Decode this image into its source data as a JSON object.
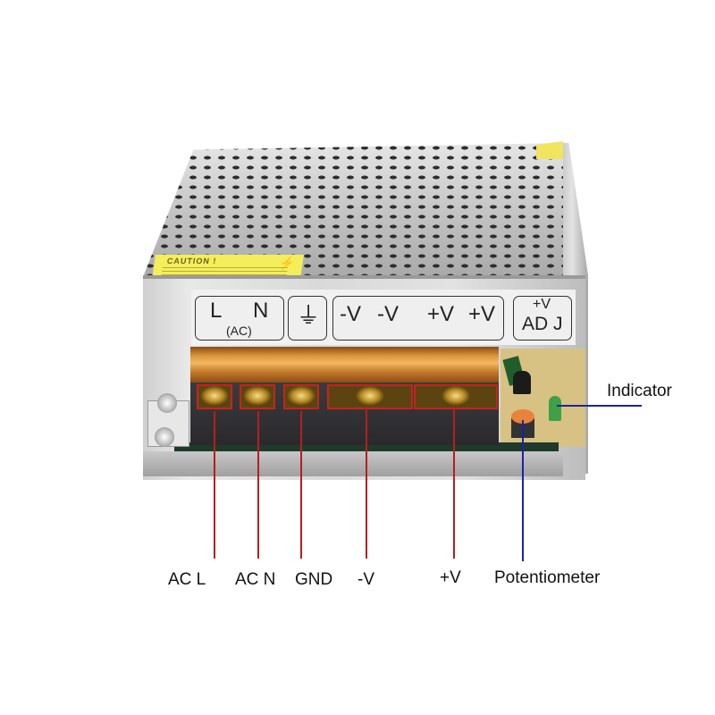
{
  "figure": {
    "subject": "Switching power supply terminal diagram",
    "caution_label": {
      "title": "CAUTION !",
      "symbol": "⚡"
    }
  },
  "terminal_panel": {
    "groups": [
      {
        "id": "ac",
        "labels": [
          "L",
          "N"
        ],
        "sub": "(AC)"
      },
      {
        "id": "ground",
        "labels": [
          "⏚"
        ]
      },
      {
        "id": "output",
        "labels": [
          "-V",
          "-V",
          "+V",
          "+V"
        ]
      },
      {
        "id": "adjust",
        "labels": [
          "+V",
          "AD J"
        ]
      }
    ]
  },
  "callouts": {
    "bottom": [
      {
        "label": "AC L",
        "line_color": "#b81e1e"
      },
      {
        "label": "AC N",
        "line_color": "#b81e1e"
      },
      {
        "label": "GND",
        "line_color": "#b81e1e"
      },
      {
        "label": "-V",
        "line_color": "#b81e1e"
      },
      {
        "label": "+V",
        "line_color": "#b81e1e"
      },
      {
        "label": "Potentiometer",
        "line_color": "#1c23a4"
      }
    ],
    "side": [
      {
        "label": "Indicator",
        "line_color": "#1c23a4"
      }
    ]
  },
  "colors": {
    "terminal_highlight": "#c3251c",
    "leader_red": "#b81e1e",
    "leader_blue": "#1c23a4",
    "caution_yellow": "#f3ee5a"
  }
}
